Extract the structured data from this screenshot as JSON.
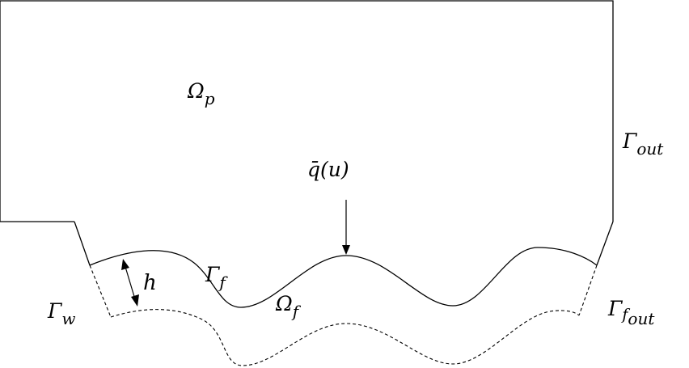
{
  "labels": {
    "omega_p": {
      "main": "Ω",
      "sub": "p"
    },
    "gamma_out": {
      "main": "Γ",
      "sub": "out"
    },
    "q_bar": {
      "text": "q̄(u)"
    },
    "gamma_f": {
      "main": "Γ",
      "sub": "f"
    },
    "h": {
      "text": "h"
    },
    "omega_f": {
      "main": "Ω",
      "sub": "f"
    },
    "gamma_w": {
      "main": "Γ",
      "sub": "w"
    },
    "gamma_f_out": {
      "main": "Γ",
      "sub": "f",
      "subsub": "out"
    }
  },
  "colors": {
    "stroke": "#000000",
    "background": "#ffffff"
  }
}
